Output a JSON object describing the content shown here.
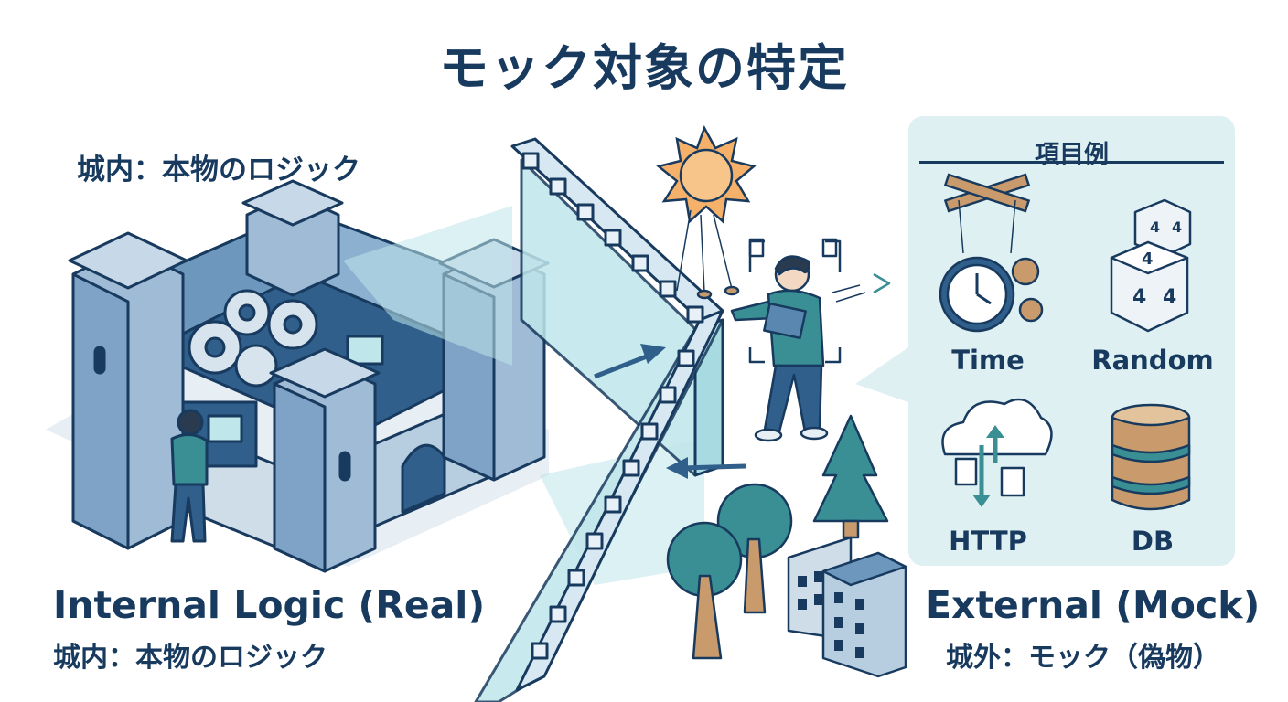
{
  "title": "モック対象の特定",
  "internal": {
    "top_caption": "城内：本物のロジック",
    "label_en": "Internal Logic (Real)",
    "label_jp": "城内：本物のロジック"
  },
  "external": {
    "label_en": "External (Mock)",
    "label_jp": "城外：モック（偽物）"
  },
  "panel": {
    "title": "項目例",
    "items": [
      {
        "label": "Time",
        "icon": "clock-marionette-icon"
      },
      {
        "label": "Random",
        "icon": "dice-icon"
      },
      {
        "label": "HTTP",
        "icon": "cloud-transfer-icon"
      },
      {
        "label": "DB",
        "icon": "database-barrel-icon"
      }
    ]
  },
  "colors": {
    "navy": "#173a5e",
    "castle_blue": "#5a87b0",
    "teal": "#3a8f95",
    "wall_glass": "#bfe6ea",
    "panel_bg": "#dff0f3",
    "sun": "#f5b06a",
    "wood": "#c99a6b"
  }
}
